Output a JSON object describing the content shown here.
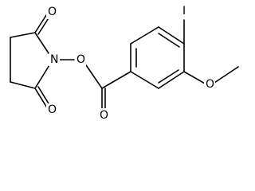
{
  "molecule": {
    "atoms": {
      "carbonyl_o_top": "O",
      "carbonyl_o_bottom": "O",
      "imide_n": "N",
      "ester_o_link": "O",
      "ester_carbonyl_o": "O",
      "iodine": "I",
      "methoxy_o": "O"
    }
  },
  "colors": {
    "bond": "#000000",
    "label": "#000000",
    "background": "#ffffff"
  }
}
